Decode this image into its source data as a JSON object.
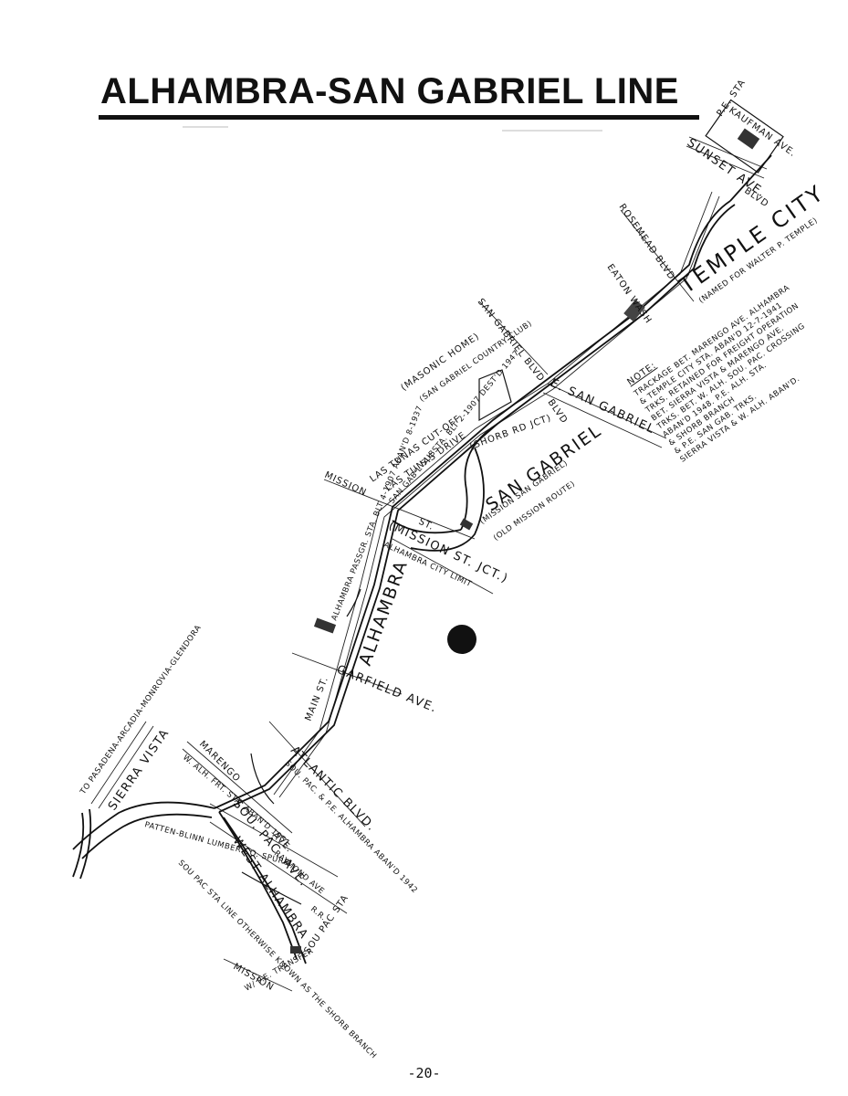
{
  "title": "ALHAMBRA-SAN GABRIEL LINE",
  "page_number": "-20-",
  "map": {
    "streets": {
      "pe_sta": "P.E. STA",
      "kaufman_ave": "KAUFMAN AVE.",
      "sunset_ave": "SUNSET AVE.",
      "las_tunas_blvd": "BLVD",
      "rosemead_blvd": "ROSEMEAD BLVD",
      "eaton_wash": "EATON WASH",
      "san_gabriel_blvd_n": "SAN GABRIEL BLVD",
      "e_san_gabriel_blvd": "E. SAN GABRIEL",
      "blvd_short": "BLVD",
      "las_tunas_drive": "LAS TUNAS DRIVE",
      "las_tunas_cutoff": "LAS TUNAS CUT-OFF",
      "mission": "MISSION",
      "st": "ST.",
      "garfield_ave": "GARFIELD AVE.",
      "main_st": "MAIN ST.",
      "atlantic_blvd": "ATLANTIC BLVD.",
      "marengo": "MARENGO",
      "marengo_ave": "AVE.",
      "sierra_vista": "SIERRA VISTA",
      "raymond_ave": "RAYMOND AVE",
      "mission_s": "MISSION"
    },
    "places": {
      "temple_city": "TEMPLE CITY",
      "temple_city_note": "(NAMED FOR WALTER P. TEMPLE)",
      "san_gabriel": "SAN GABRIEL",
      "mission_san_gabriel": "(MISSION SAN GABRIEL)",
      "old_mission_route": "(OLD MISSION ROUTE)",
      "alhambra": "ALHAMBRA",
      "alhambra_city_limit": "ALHAMBRA CITY LIMIT",
      "west_alhambra": "WEST ALHAMBRA",
      "masonic_home": "(MASONIC HOME)",
      "san_gabriel_country_club": "(SAN GABRIEL COUNTRY CLUB)",
      "to_pasadena": "TO PASADENA-ARCADIA-MONROVIA-GLENDORA"
    },
    "junctions": {
      "shorb_rd_jct": "(SHORB RD JCT)",
      "mission_st_jct": "(MISSION ST. JCT.)",
      "sou_pac_sta_label": "SOU PAC STA",
      "sou_pac_ave": "SOU. PAC. AVE.",
      "pe_transfer": "W/ P.E. TRANSFER",
      "rr_label": "R.R."
    },
    "annotations": {
      "substation": "SAN GAB'L SUBSTA. BLT 2-1907 DEST'D 1947",
      "alhambra_passgr": "ALHAMBRA PASSGR. STA. BLT 4-1907 ABAN'D 8-1937",
      "atlantic_note": "SOU. PAC. & P.E. ALHAMBRA ABAN'D 1942",
      "w_alh_frt_sta": "W. ALH. FRT. STA. ABAN'D 1951",
      "patten_blinn": "PATTEN-BLINN LUMBER CO. SPURS",
      "sou_pac_line": "SOU PAC STA LINE OTHERWISE KNOWN AS THE SHORB BRANCH",
      "note_heading": "NOTE:",
      "note_lines": [
        "TRACKAGE BET. MARENGO AVE. ALHAMBRA",
        "& TEMPLE CITY STA. ABAN'D 12-7-1941",
        "TRKS. RETAINED FOR FREIGHT OPERATION",
        "BET. SIERRA VISTA & MARENGO AVE.",
        "TRKS. BET. W. ALH. SOU. PAC. CROSSING",
        "ABAN'D 1948. P.E. ALH. STA.",
        "& SHORB BRANCH",
        "& P.E. SAN GAB. TRKS.",
        "SIERRA VISTA & W. ALH. ABAN'D."
      ]
    }
  }
}
